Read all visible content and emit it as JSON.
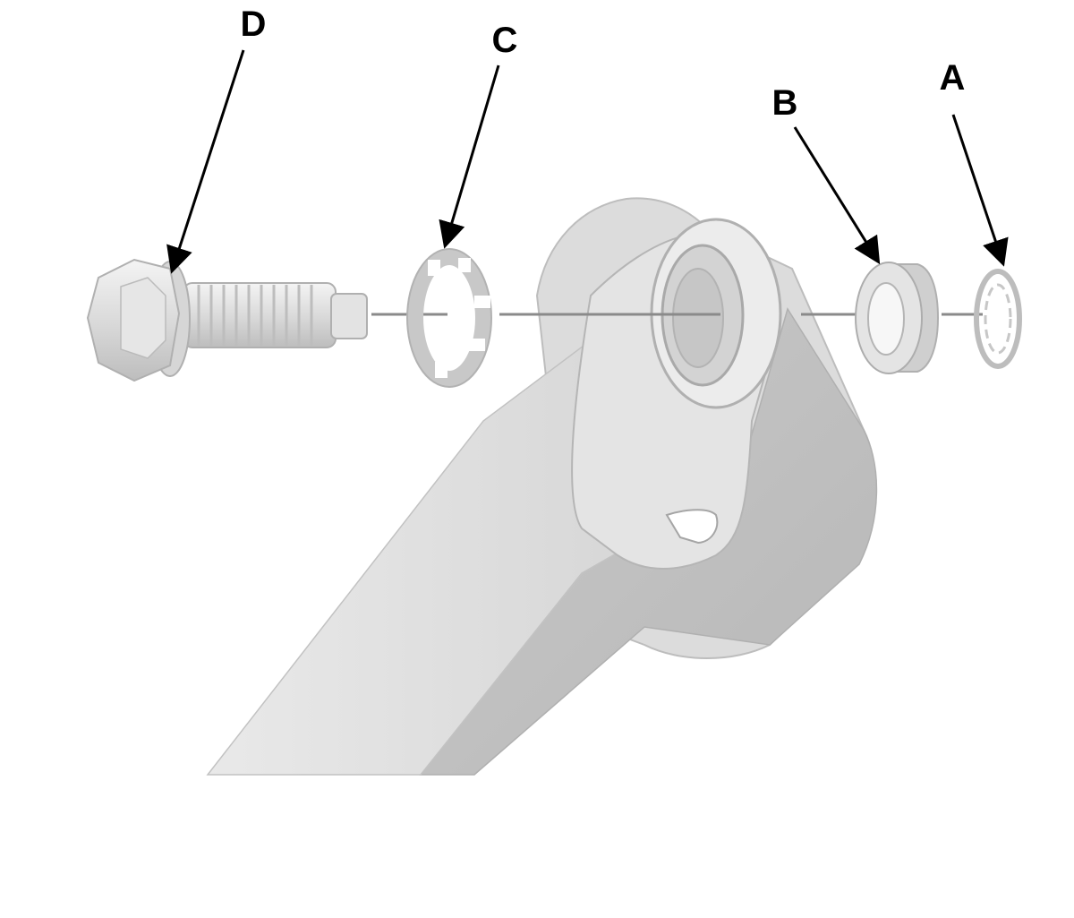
{
  "callouts": [
    {
      "id": "D",
      "text": "D"
    },
    {
      "id": "C",
      "text": "C"
    },
    {
      "id": "B",
      "text": "B"
    },
    {
      "id": "A",
      "text": "A"
    }
  ],
  "colors": {
    "background": "#ffffff",
    "part_light": "#e6e6e6",
    "part_mid": "#cfcfcf",
    "part_dark": "#b4b4b4",
    "outline": "#a8a8a8",
    "axis_line": "#8a8a8a",
    "arrow": "#000000"
  },
  "parts": {
    "A": "snap-ring-icon",
    "B": "spacer-washer-icon",
    "C": "tab-lock-washer-icon",
    "D": "flange-bolt-icon",
    "body": "link-arm-bracket-icon"
  }
}
